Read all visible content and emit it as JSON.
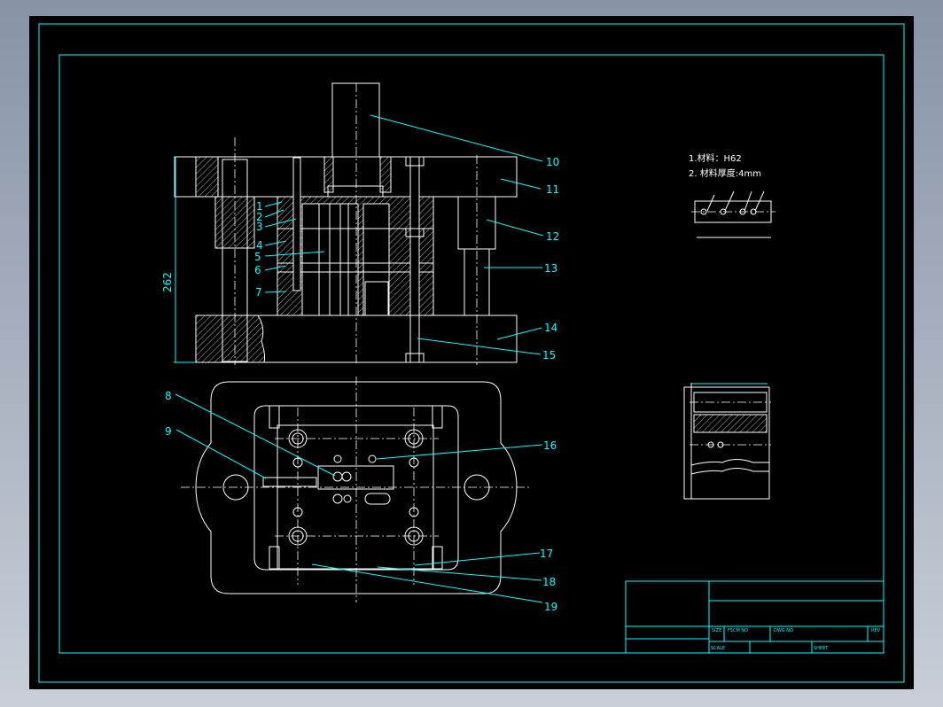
{
  "drawing": {
    "part_labels": [
      "1",
      "2",
      "3",
      "4",
      "5",
      "6",
      "7",
      "8",
      "9",
      "10",
      "11",
      "12",
      "13",
      "14",
      "15",
      "16",
      "17",
      "18",
      "19"
    ],
    "dimension_height": "262",
    "notes": [
      "1.材料：H62",
      "2. 材料厚度:4mm"
    ]
  },
  "title_block": {
    "size": "SIZE",
    "fscm_no": "FSCM NO",
    "dwg_no": "DWG NO",
    "rev": "REV",
    "scale": "SCALE",
    "sheet": "SHEET"
  },
  "colors": {
    "frame": "#00ffff",
    "lines": "#ffffff",
    "background": "#000000"
  }
}
